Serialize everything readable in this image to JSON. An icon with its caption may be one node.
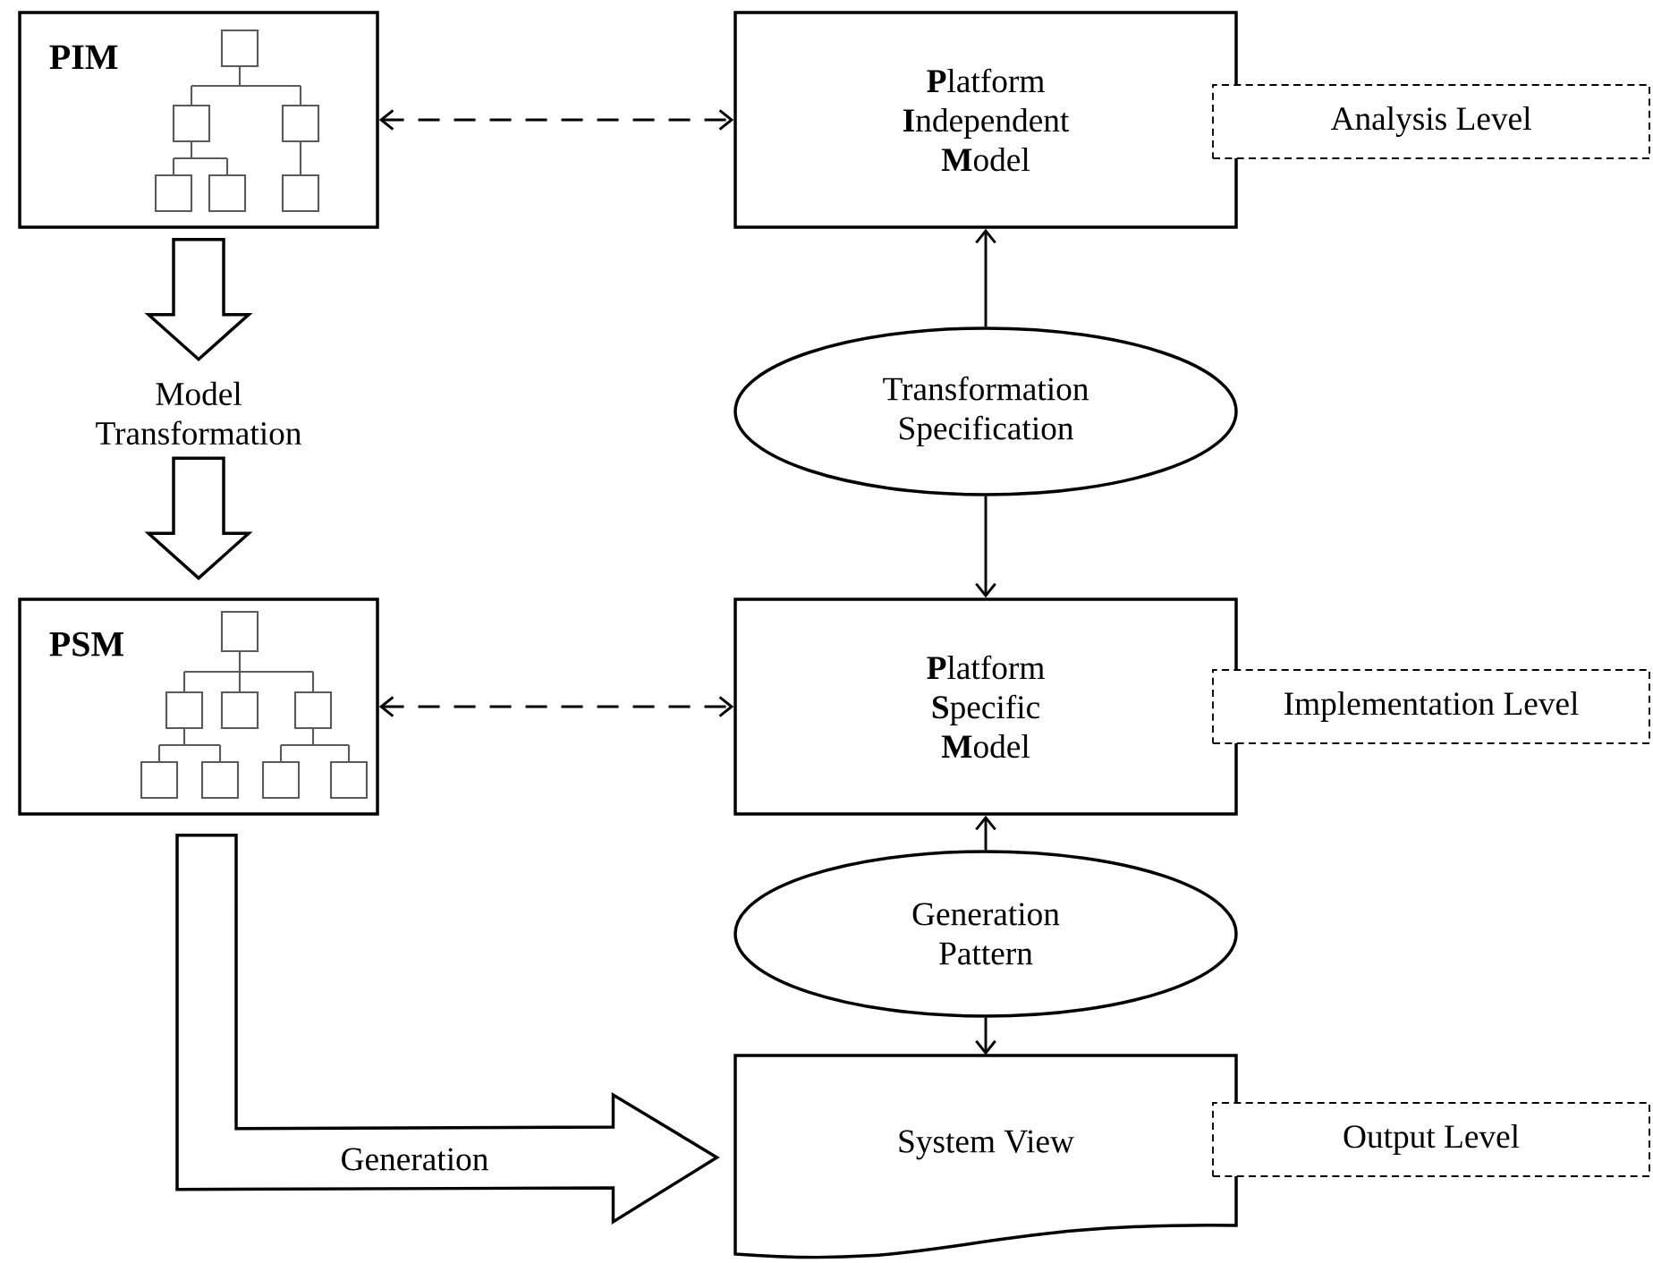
{
  "diagram": {
    "nodes": [
      {
        "text": [
          "PIM"
        ]
      },
      {
        "text": [
          "**P**latform **I**ndependent **M**odel"
        ]
      },
      {
        "text": [
          "Analysis Level"
        ]
      },
      {
        "text": [
          "Transformation Specification"
        ]
      },
      {
        "text": [
          "PSM"
        ]
      },
      {
        "text": [
          "**P**latform **S**pecific **M**odel"
        ]
      },
      {
        "text": [
          "Implementation Level"
        ]
      },
      {
        "text": [
          "Generation Pattern"
        ]
      },
      {
        "text": [
          "System View"
        ]
      },
      {
        "text": [
          "Output Level"
        ]
      },
      {
        "text": [
          "Model Transformation"
        ]
      }
    ],
    "edges": [
      {
        "from": 0,
        "to": 1,
        "arrow": "both",
        "style": "dashed"
      },
      {
        "from": 3,
        "to": 1,
        "arrow": "to"
      },
      {
        "from": 3,
        "to": 5,
        "arrow": "to"
      },
      {
        "from": 4,
        "to": 5,
        "arrow": "both",
        "style": "dashed"
      },
      {
        "from": 7,
        "to": 5,
        "arrow": "to"
      },
      {
        "from": 7,
        "to": 8,
        "arrow": "to"
      },
      {
        "from": 0,
        "to": 10,
        "arrow": "to"
      },
      {
        "from": 10,
        "to": 4,
        "arrow": "to"
      },
      {
        "from": 4,
        "to": 8,
        "arrow": "to",
        "label": "Generation"
      }
    ]
  }
}
